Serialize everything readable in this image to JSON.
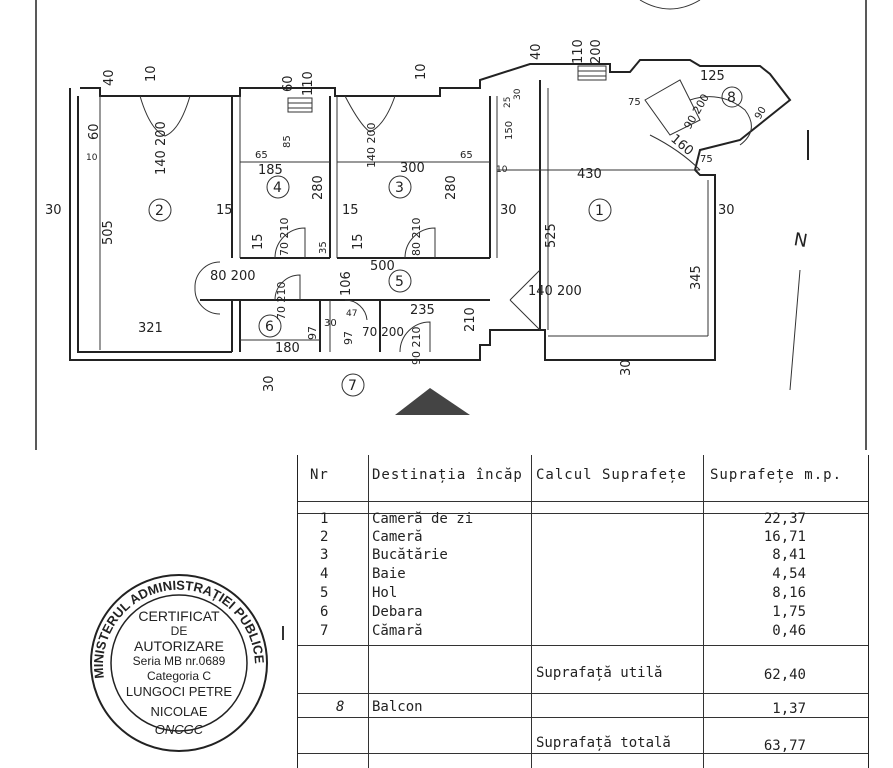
{
  "plan": {
    "rooms": [
      {
        "id": "room-1",
        "label": "1"
      },
      {
        "id": "room-2",
        "label": "2"
      },
      {
        "id": "room-3",
        "label": "3"
      },
      {
        "id": "room-4",
        "label": "4"
      },
      {
        "id": "room-5",
        "label": "5"
      },
      {
        "id": "room-6",
        "label": "6"
      },
      {
        "id": "room-7",
        "label": "7"
      },
      {
        "id": "room-8",
        "label": "8"
      }
    ],
    "dimensions": {
      "d40a": "40",
      "d10a": "10",
      "d60": "60",
      "d110a": "110",
      "d10b": "10",
      "d40b": "40",
      "d110b": "110",
      "d200a": "200",
      "d125": "125",
      "d60b": "60",
      "d10c": "10",
      "d65a": "65",
      "d85": "85",
      "d185": "185",
      "d140_200a": "140 200",
      "d140_200b": "140 200",
      "d300": "300",
      "d65b": "65",
      "d150": "150",
      "d25": "25",
      "d30a": "30",
      "d430": "430",
      "d90_200": "90 200",
      "d160": "160",
      "d75": "75",
      "d75b": "75",
      "d90_b": "90",
      "d30_left": "30",
      "d505": "505",
      "d15a": "15",
      "d280a": "280",
      "d15b": "15",
      "d280b": "280",
      "d30mid": "30",
      "d525": "525",
      "d30right": "30",
      "d70_210a": "70 210",
      "d35": "35",
      "d15c": "15",
      "d80_210a": "80 210",
      "d15d": "15",
      "d80_200": "80 200",
      "d106": "106",
      "d500": "500",
      "d140_200c": "140 200",
      "d345": "345",
      "d70_210b": "70 210",
      "d235": "235",
      "d210a": "210",
      "d321": "321",
      "d97a": "97",
      "d30b": "30",
      "d97b": "97",
      "d47": "47",
      "d70_200": "70 200",
      "d180": "180",
      "d90_210": "90 210",
      "d30c": "30",
      "d30d": "30",
      "d10d": "10",
      "N": "N"
    }
  },
  "table": {
    "headers": {
      "nr": "Nr",
      "destinatia": "Destinația încăp",
      "calcul": "Calcul Suprafețe",
      "suprafete": "Suprafețe  m.p."
    },
    "rows": [
      {
        "nr": "1",
        "name": "Cameră de zi",
        "area": "22,37"
      },
      {
        "nr": "2",
        "name": "Cameră",
        "area": "16,71"
      },
      {
        "nr": "3",
        "name": "Bucătărie",
        "area": "8,41"
      },
      {
        "nr": "4",
        "name": "Baie",
        "area": "4,54"
      },
      {
        "nr": "5",
        "name": "Hol",
        "area": "8,16"
      },
      {
        "nr": "6",
        "name": "Debara",
        "area": "1,75"
      },
      {
        "nr": "7",
        "name": "Cămară",
        "area": "0,46"
      }
    ],
    "subtotal": {
      "label": "Suprafață utilă",
      "value": "62,40"
    },
    "balcony": {
      "nr": "8",
      "name": "Balcon",
      "area": "1,37"
    },
    "total": {
      "label": "Suprafață totală",
      "value": "63,77"
    }
  },
  "stamp": {
    "ring": "MINISTERUL ADMINISTRAȚIEI PUBLICE",
    "line1": "CERTIFICAT",
    "line2": "DE",
    "line3": "AUTORIZARE",
    "line4": "Seria MB nr.0689",
    "line5": "Categoria C",
    "line6": "LUNGOCI PETRE",
    "line7": "NICOLAE",
    "line8": "ONCGC"
  }
}
